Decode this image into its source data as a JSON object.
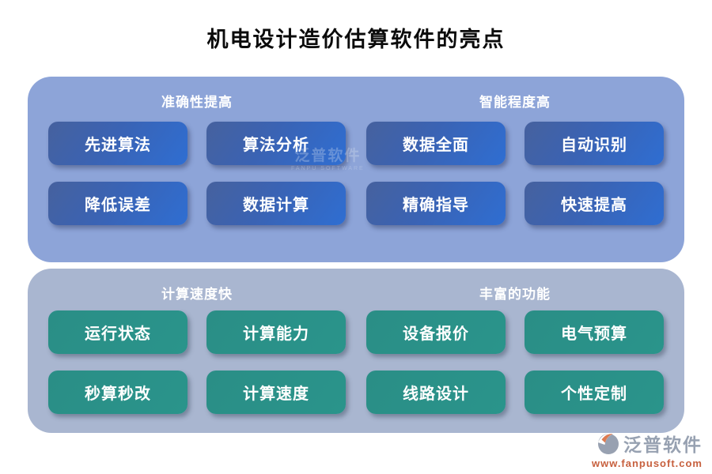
{
  "title": "机电设计造价估算软件的亮点",
  "panels": [
    {
      "name": "top-panel",
      "sections": [
        {
          "header": "准确性提高",
          "buttons": [
            "先进算法",
            "算法分析",
            "降低误差",
            "数据计算"
          ]
        },
        {
          "header": "智能程度高",
          "buttons": [
            "数据全面",
            "自动识别",
            "精确指导",
            "快速提高"
          ]
        }
      ]
    },
    {
      "name": "bottom-panel",
      "sections": [
        {
          "header": "计算速度快",
          "buttons": [
            "运行状态",
            "计算能力",
            "秒算秒改",
            "计算速度"
          ]
        },
        {
          "header": "丰富的功能",
          "buttons": [
            "设备报价",
            "电气预算",
            "线路设计",
            "个性定制"
          ]
        }
      ]
    }
  ],
  "watermark": {
    "text": "泛普软件",
    "subtext": "FANPU SOFTWARE"
  },
  "footer": {
    "brand": "泛普软件",
    "url": "www.fanpusoft.com"
  },
  "colors": {
    "panel_top": "#8da4d8",
    "panel_bottom": "#a9b6d0",
    "button_blue_start": "#46619e",
    "button_blue_end": "#2f6ed2",
    "button_green": "#2a948b",
    "brand_gray": "#97a1b1",
    "brand_orange": "#c7603e"
  }
}
